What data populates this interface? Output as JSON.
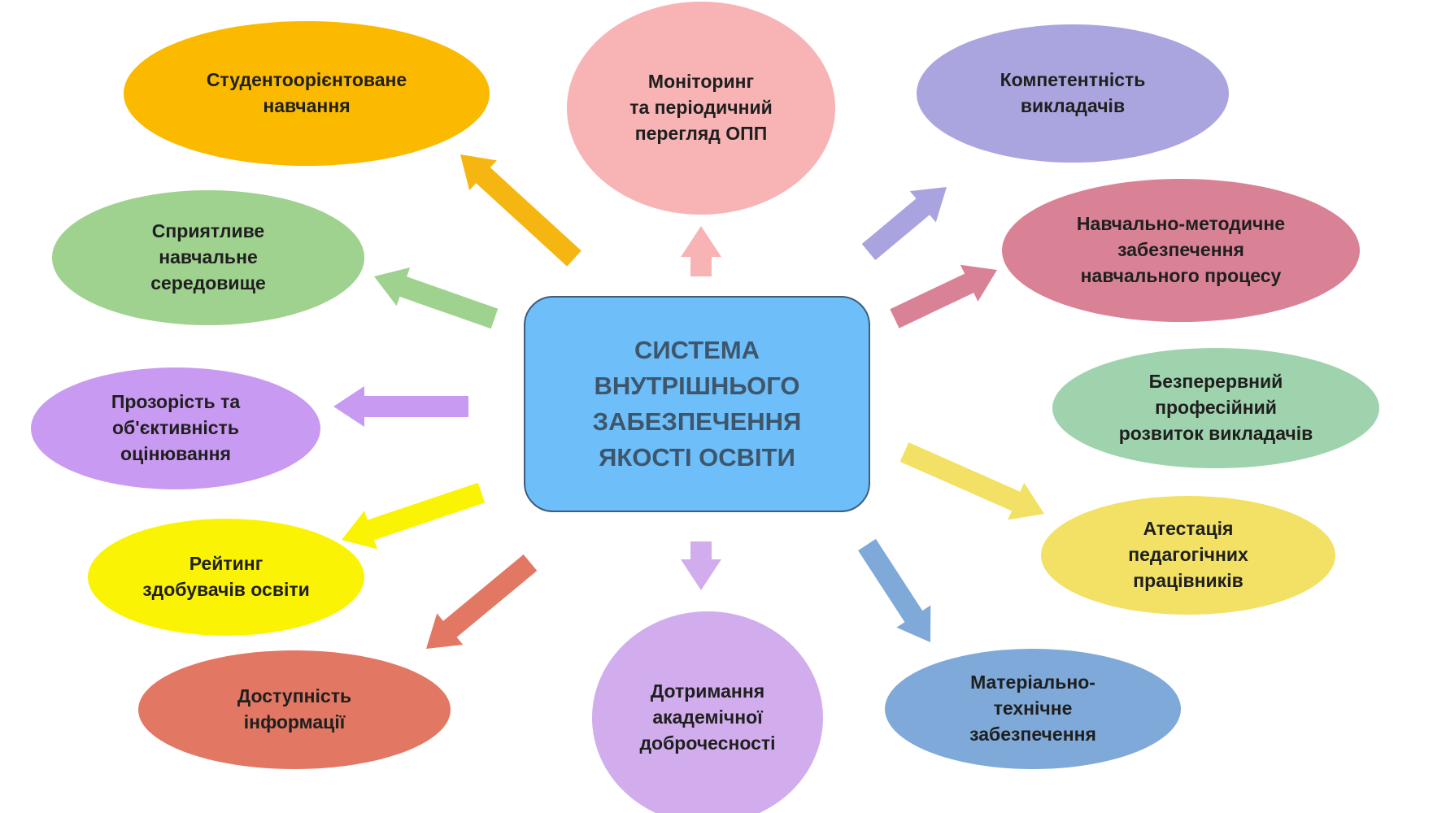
{
  "center": {
    "text": "СИСТЕМА\nВНУТРІШНЬОГО\nЗАБЕЗПЕЧЕННЯ\nЯКОСТІ ОСВІТИ",
    "color": "#6ebefa"
  },
  "nodes": [
    {
      "id": "student-centered",
      "text": "Студентоорієнтоване\nнавчання",
      "color": "#fbba00"
    },
    {
      "id": "monitoring",
      "text": "Моніторинг\nта  періодичний\nперегляд  ОПП",
      "color": "#f8b4b5"
    },
    {
      "id": "teacher-competence",
      "text": "Компетентність\nвикладачів",
      "color": "#aaa5df"
    },
    {
      "id": "supportive-environment",
      "text": "Сприятливе\nнавчальне\nсередовище",
      "color": "#9fd18f"
    },
    {
      "id": "methodical-support",
      "text": "Навчально-методичне\nзабезпечення\nнавчального  процесу",
      "color": "#d98296"
    },
    {
      "id": "transparency",
      "text": "Прозорість та\nоб'єктивність\nоцінювання",
      "color": "#c99af2"
    },
    {
      "id": "professional-development",
      "text": "Безперервний\nпрофесійний\nрозвиток  викладачів",
      "color": "#9fd3ad"
    },
    {
      "id": "rating",
      "text": "Рейтинг\nздобувачів  освіти",
      "color": "#faf404"
    },
    {
      "id": "attestation",
      "text": "Атестація\nпедагогічних\nпрацівників",
      "color": "#f2e164"
    },
    {
      "id": "information-access",
      "text": "Доступність\nінформації",
      "color": "#e27763"
    },
    {
      "id": "academic-integrity",
      "text": "Дотримання\nакадемічної\nдоброчесності",
      "color": "#d1aded"
    },
    {
      "id": "material-support",
      "text": "Матеріально-\nтехнічне\nзабезпечення",
      "color": "#7ea9d8"
    }
  ],
  "arrows": [
    {
      "color": "#f6b611"
    },
    {
      "color": "#f8b4b5"
    },
    {
      "color": "#a9a4e0"
    },
    {
      "color": "#9fd18f"
    },
    {
      "color": "#d98296"
    },
    {
      "color": "#c99af2"
    },
    {
      "color": "#f2e164"
    },
    {
      "color": "#faf404"
    },
    {
      "color": "#e27763"
    },
    {
      "color": "#d1aded"
    },
    {
      "color": "#7ea9d8"
    }
  ]
}
